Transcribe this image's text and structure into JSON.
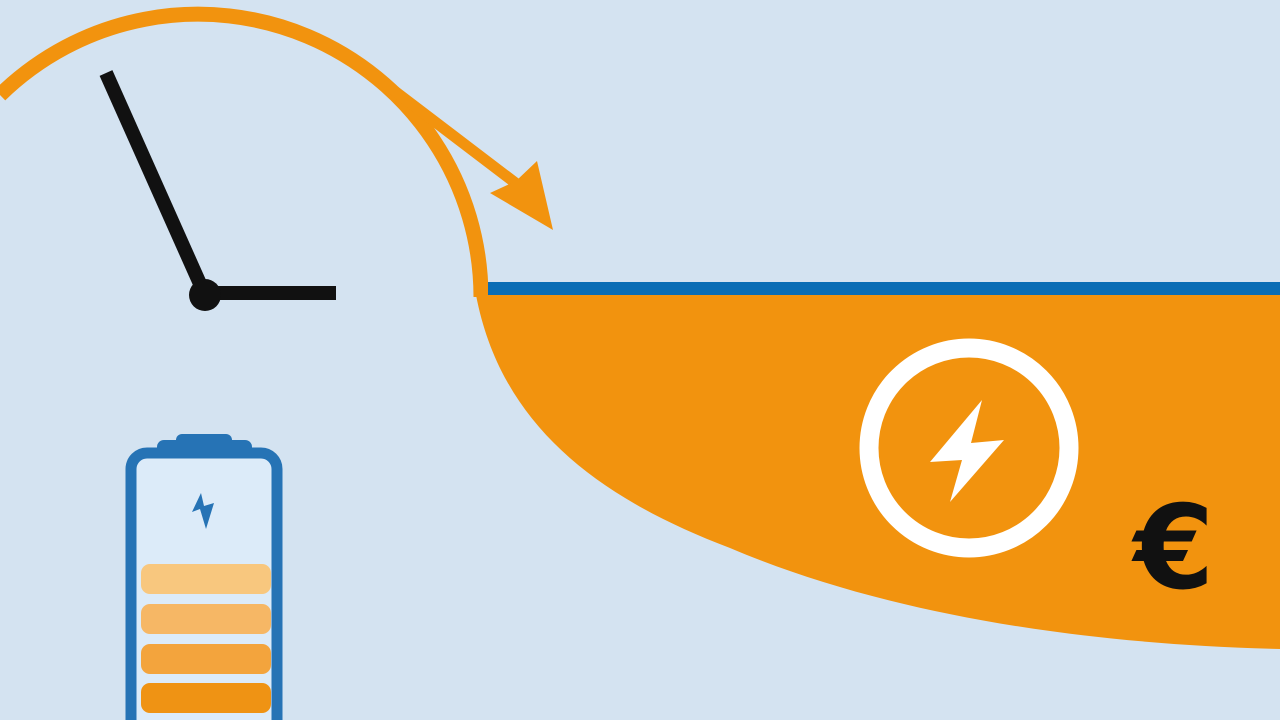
{
  "illustration": {
    "description_name": "dynamic-energy-price-illustration"
  },
  "colors": {
    "background": "#d4e3f1",
    "orange": "#f2930e",
    "baseline_blue": "#0a6db5",
    "battery_blue": "#2673b5",
    "battery_fill": "#dcebf9",
    "bolt_blue": "#2673b5",
    "black": "#111111",
    "white": "#ffffff",
    "battery_bars": [
      "#f8c77e",
      "#f6b765",
      "#f3a43d",
      "#ef9314"
    ]
  },
  "symbols": {
    "euro": "€"
  },
  "icons": {
    "clock-icon": "analog clock hands with hub (🕙 style)",
    "falling-arrow-icon": "barbed arrow pointing down-right (↘)",
    "energy-bolt-circle-icon": "lightning bolt in ring (⚡)",
    "battery-charging-icon": "vertical battery with charge bars and bolt (🔋)",
    "euro-icon": "euro currency sign (€)"
  }
}
